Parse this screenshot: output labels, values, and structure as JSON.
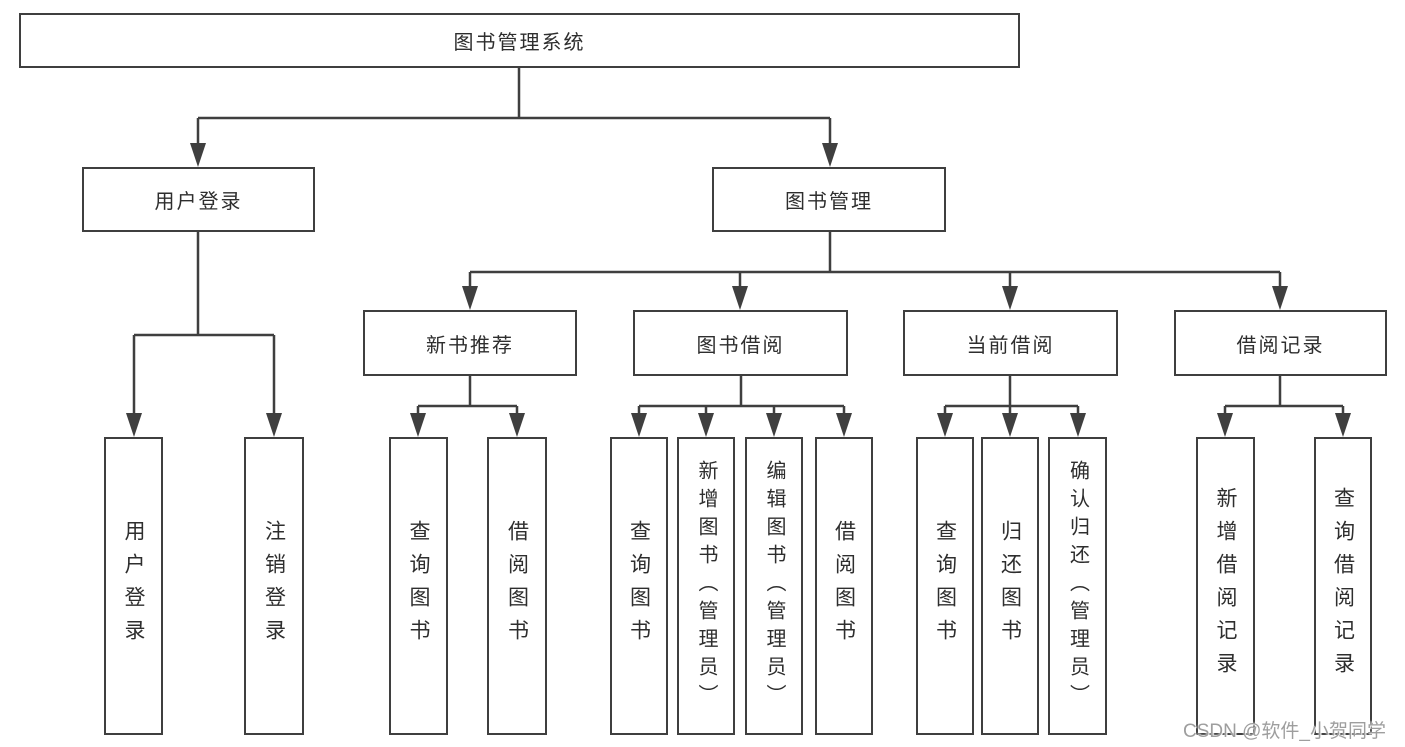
{
  "diagram": {
    "title": "图书管理系统",
    "watermark": "CSDN @软件_小贺同学",
    "colors": {
      "line": "#3f3f3f",
      "text": "#2e2e2e",
      "watermark": "#9e9e9e",
      "background": "#ffffff"
    },
    "nodes": {
      "root": "图书管理系统",
      "user_login": "用户登录",
      "book_mgmt": "图书管理",
      "new_book_rec": "新书推荐",
      "book_borrow": "图书借阅",
      "current_borrow": "当前借阅",
      "borrow_record": "借阅记录",
      "ul_login": "用户登录",
      "ul_logout": "注销登录",
      "nb_query": "查询图书",
      "nb_borrow": "借阅图书",
      "bb_query": "查询图书",
      "bb_add": "新增图书（管理员）",
      "bb_edit": "编辑图书（管理员）",
      "bb_borrow": "借阅图书",
      "cb_query": "查询图书",
      "cb_return": "归还图书",
      "cb_confirm": "确认归还（管理员）",
      "br_add": "新增借阅记录",
      "br_query": "查询借阅记录"
    },
    "edges": [
      [
        "root",
        "user_login"
      ],
      [
        "root",
        "book_mgmt"
      ],
      [
        "user_login",
        "ul_login"
      ],
      [
        "user_login",
        "ul_logout"
      ],
      [
        "book_mgmt",
        "new_book_rec"
      ],
      [
        "book_mgmt",
        "book_borrow"
      ],
      [
        "book_mgmt",
        "current_borrow"
      ],
      [
        "book_mgmt",
        "borrow_record"
      ],
      [
        "new_book_rec",
        "nb_query"
      ],
      [
        "new_book_rec",
        "nb_borrow"
      ],
      [
        "book_borrow",
        "bb_query"
      ],
      [
        "book_borrow",
        "bb_add"
      ],
      [
        "book_borrow",
        "bb_edit"
      ],
      [
        "book_borrow",
        "bb_borrow"
      ],
      [
        "current_borrow",
        "cb_query"
      ],
      [
        "current_borrow",
        "cb_return"
      ],
      [
        "current_borrow",
        "cb_confirm"
      ],
      [
        "borrow_record",
        "br_add"
      ],
      [
        "borrow_record",
        "br_query"
      ]
    ]
  }
}
